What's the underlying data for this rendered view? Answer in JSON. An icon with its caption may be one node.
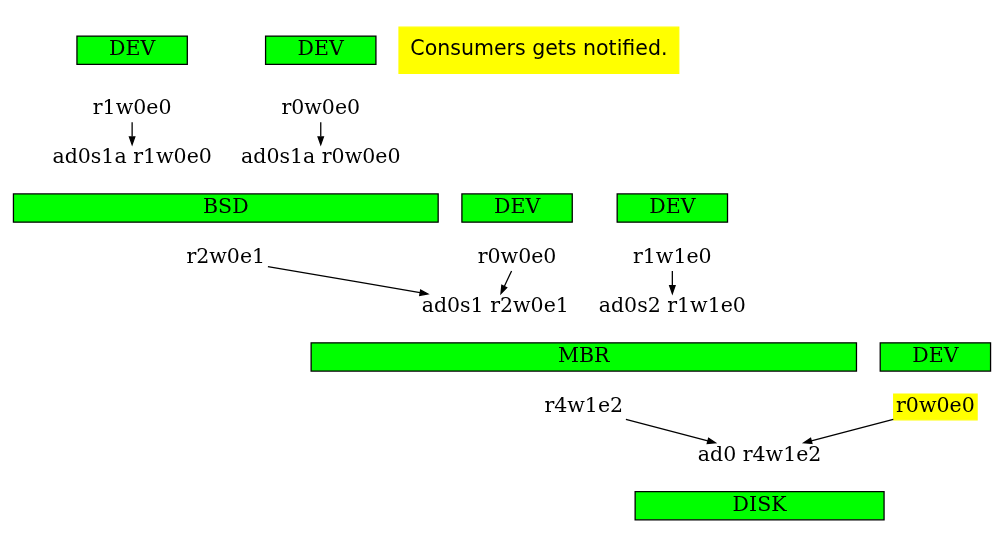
{
  "diagram": {
    "nodes": [
      {
        "text": [
          "DEV"
        ]
      },
      {
        "text": [
          "r1w0e0"
        ]
      },
      {
        "text": [
          "DEV"
        ]
      },
      {
        "text": [
          "r0w0e0"
        ]
      },
      {
        "text": [
          "ad0s1a r1w0e0"
        ]
      },
      {
        "text": [
          "ad0s1a r0w0e0"
        ]
      },
      {
        "text": [
          "BSD"
        ]
      },
      {
        "text": [
          "r2w0e1"
        ]
      },
      {
        "text": [
          "DEV"
        ]
      },
      {
        "text": [
          "r0w0e0"
        ]
      },
      {
        "text": [
          "DEV"
        ]
      },
      {
        "text": [
          "r1w1e0"
        ]
      },
      {
        "text": [
          "ad0s1 r2w0e1"
        ]
      },
      {
        "text": [
          "ad0s2 r1w1e0"
        ]
      },
      {
        "text": [
          "DEV"
        ]
      },
      {
        "text": [
          "r0w0e0"
        ]
      },
      {
        "text": [
          "MBR"
        ]
      },
      {
        "text": [
          "r4w1e2"
        ]
      },
      {
        "text": [
          "ad0 r4w1e2"
        ]
      },
      {
        "text": [
          "DISK"
        ]
      }
    ],
    "edges": [
      {
        "from": 1,
        "to": 4,
        "arrow": "to"
      },
      {
        "from": 3,
        "to": 5,
        "arrow": "to"
      },
      {
        "from": 7,
        "to": 12,
        "arrow": "to"
      },
      {
        "from": 9,
        "to": 12,
        "arrow": "to"
      },
      {
        "from": 11,
        "to": 13,
        "arrow": "to"
      },
      {
        "from": 15,
        "to": 18,
        "arrow": "to"
      },
      {
        "from": 17,
        "to": 18,
        "arrow": "to"
      }
    ],
    "labels": [
      "Consumers gets notified."
    ]
  }
}
